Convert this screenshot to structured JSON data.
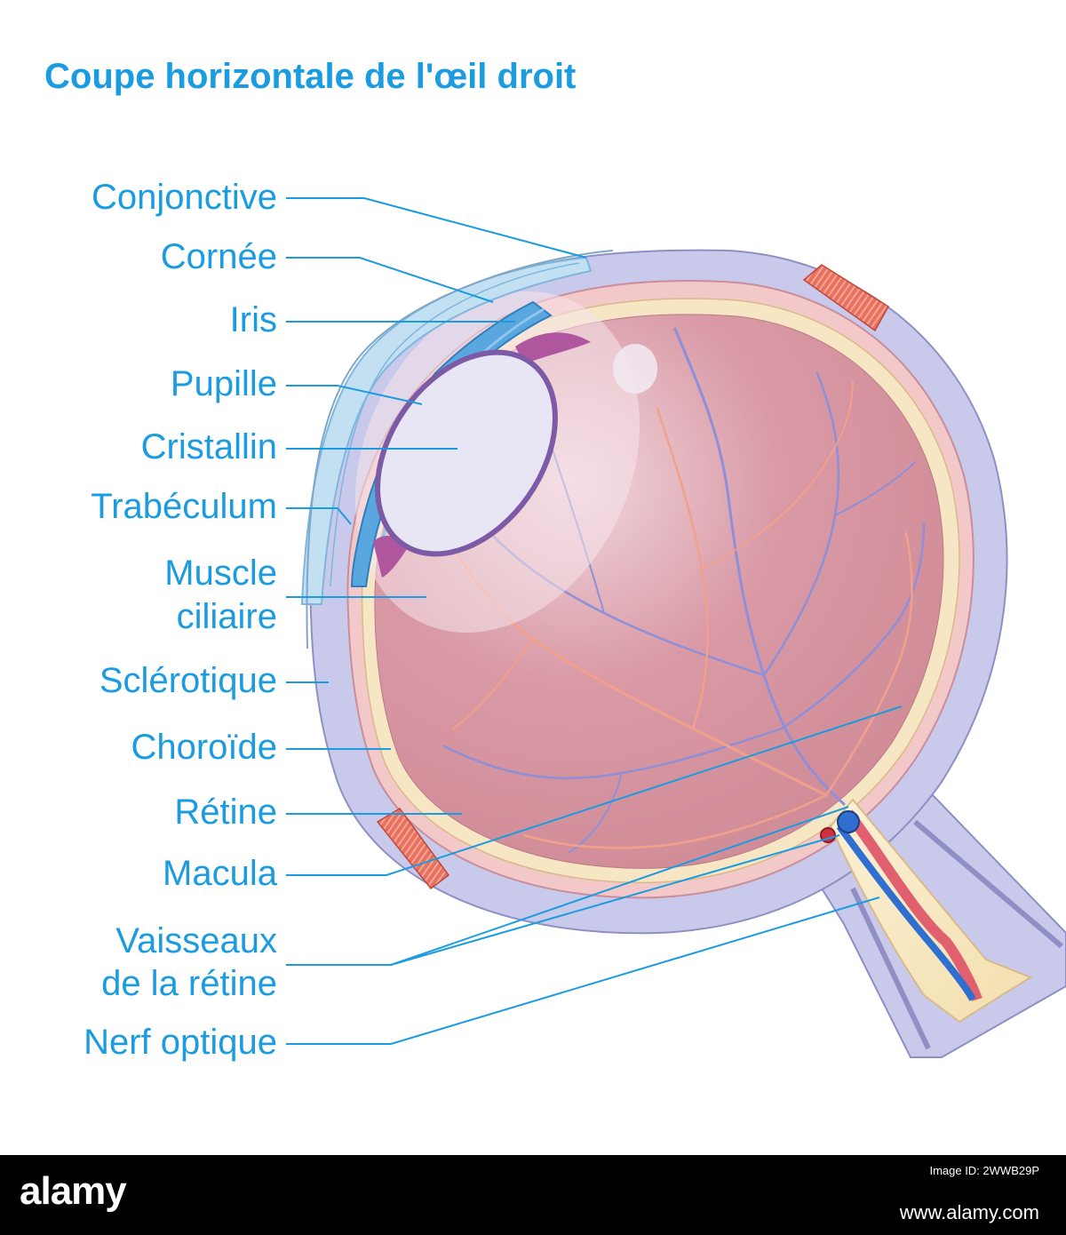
{
  "title": "Coupe horizontale de l'œil droit",
  "labels": {
    "conjonctive": "Conjonctive",
    "cornee": "Cornée",
    "iris": "Iris",
    "pupille": "Pupille",
    "cristallin": "Cristallin",
    "trabeculum": "Trabéculum",
    "muscle_ciliaire_1": "Muscle",
    "muscle_ciliaire_2": "ciliaire",
    "sclerotique": "Sclérotique",
    "choroide": "Choroïde",
    "retine": "Rétine",
    "macula": "Macula",
    "vaisseaux_1": "Vaisseaux",
    "vaisseaux_2": "de la rétine",
    "nerf_optique": "Nerf optique"
  },
  "footer": {
    "logo": "alamy",
    "image_id_label": "Image ID: 2WWB29P",
    "url": "www.alamy.com"
  },
  "colors": {
    "label_blue": "#1b9be0",
    "sclera": "#c9c9ec",
    "vitreous": "#d4909a",
    "retina_band": "#f7e6c4",
    "cornea": "#c3e0f3",
    "muscle": "#e86a5c"
  }
}
